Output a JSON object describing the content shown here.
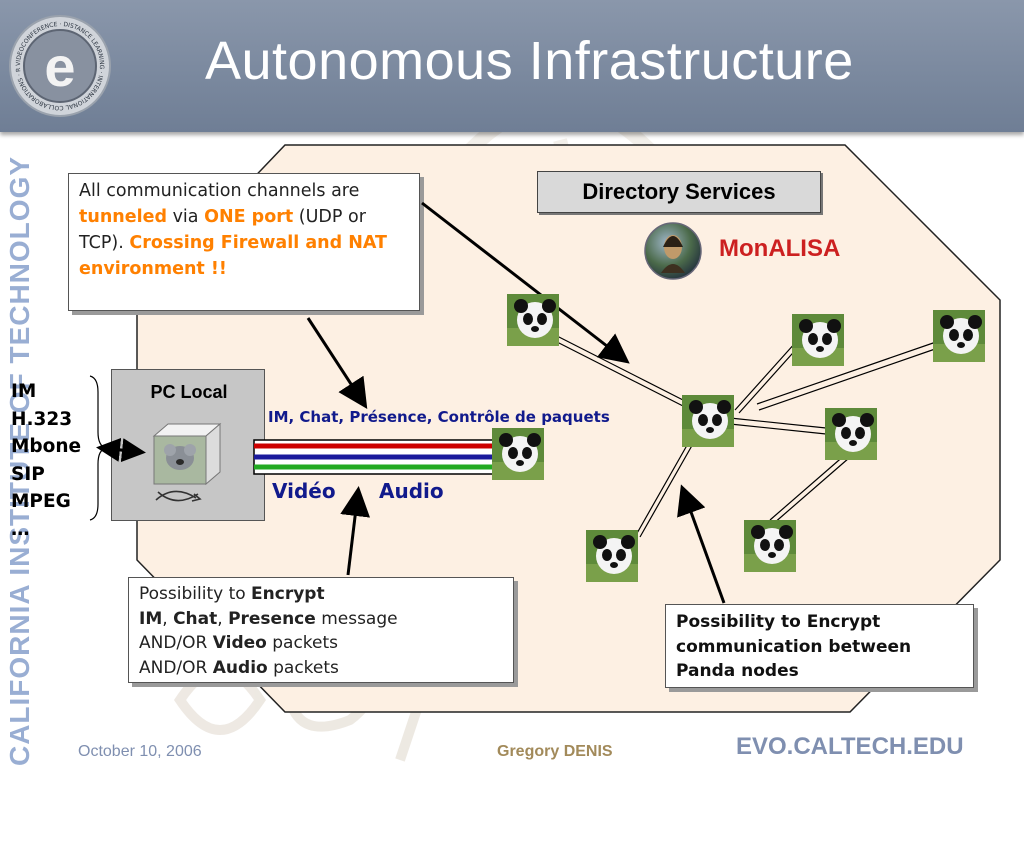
{
  "header": {
    "title": "Autonomous Infrastructure",
    "logo_ring_text": "VIDEOCONFERENCE · DISTANCE LEARNING · INTERNATIONAL COLLABORATIONS · R&D",
    "logo_letter": "e"
  },
  "side_watermark": "CALIFORNIA INSTITUTE OF TECHNOLOGY",
  "callout_top": {
    "parts": [
      {
        "text": "All communication channels are ",
        "style": "normal"
      },
      {
        "text": "tunneled",
        "style": "highlight"
      },
      {
        "text": " via ",
        "style": "normal"
      },
      {
        "text": "ONE port",
        "style": "highlight"
      },
      {
        "text": " (UDP or TCP). ",
        "style": "normal"
      },
      {
        "text": "Crossing Firewall and NAT environment !!",
        "style": "highlight"
      }
    ]
  },
  "directory_services": {
    "label": "Directory Services"
  },
  "monalisa": {
    "label": "MonALISA"
  },
  "pc_local": {
    "label": "PC Local"
  },
  "protocols": [
    "IM",
    "H.323",
    "Mbone",
    "SIP",
    "MPEG",
    "…"
  ],
  "tunnel": {
    "label": "IM, Chat, Présence, Contrôle de paquets",
    "video_label": "Vidéo",
    "audio_label": "Audio",
    "line_colors": [
      "#cc0000",
      "#1a1a9c",
      "#22aa22"
    ]
  },
  "callout_encrypt": {
    "lines": [
      [
        {
          "text": "Possibility to ",
          "bold": false
        },
        {
          "text": "Encrypt",
          "bold": true
        }
      ],
      [
        {
          "text": "IM",
          "bold": true
        },
        {
          "text": ", ",
          "bold": false
        },
        {
          "text": "Chat",
          "bold": true
        },
        {
          "text": ", ",
          "bold": false
        },
        {
          "text": "Presence",
          "bold": true
        },
        {
          "text": " message",
          "bold": false
        }
      ],
      [
        {
          "text": "AND/OR ",
          "bold": false
        },
        {
          "text": "Video",
          "bold": true
        },
        {
          "text": " packets",
          "bold": false
        }
      ],
      [
        {
          "text": "AND/OR ",
          "bold": false
        },
        {
          "text": "Audio",
          "bold": true
        },
        {
          "text": " packets",
          "bold": false
        }
      ]
    ]
  },
  "callout_panda": {
    "text": "Possibility to Encrypt communication between Panda nodes"
  },
  "footer": {
    "date": "October 10, 2006",
    "author": "Gregory DENIS",
    "site": "EVO.CALTECH.EDU"
  },
  "colors": {
    "header": "#7b889d",
    "octagon_fill": "#fdf0e3",
    "highlight": "#ff8000",
    "monalisa": "#cc2020",
    "tunnel_text": "#111a8c",
    "watermark": "#8fa6cf"
  }
}
